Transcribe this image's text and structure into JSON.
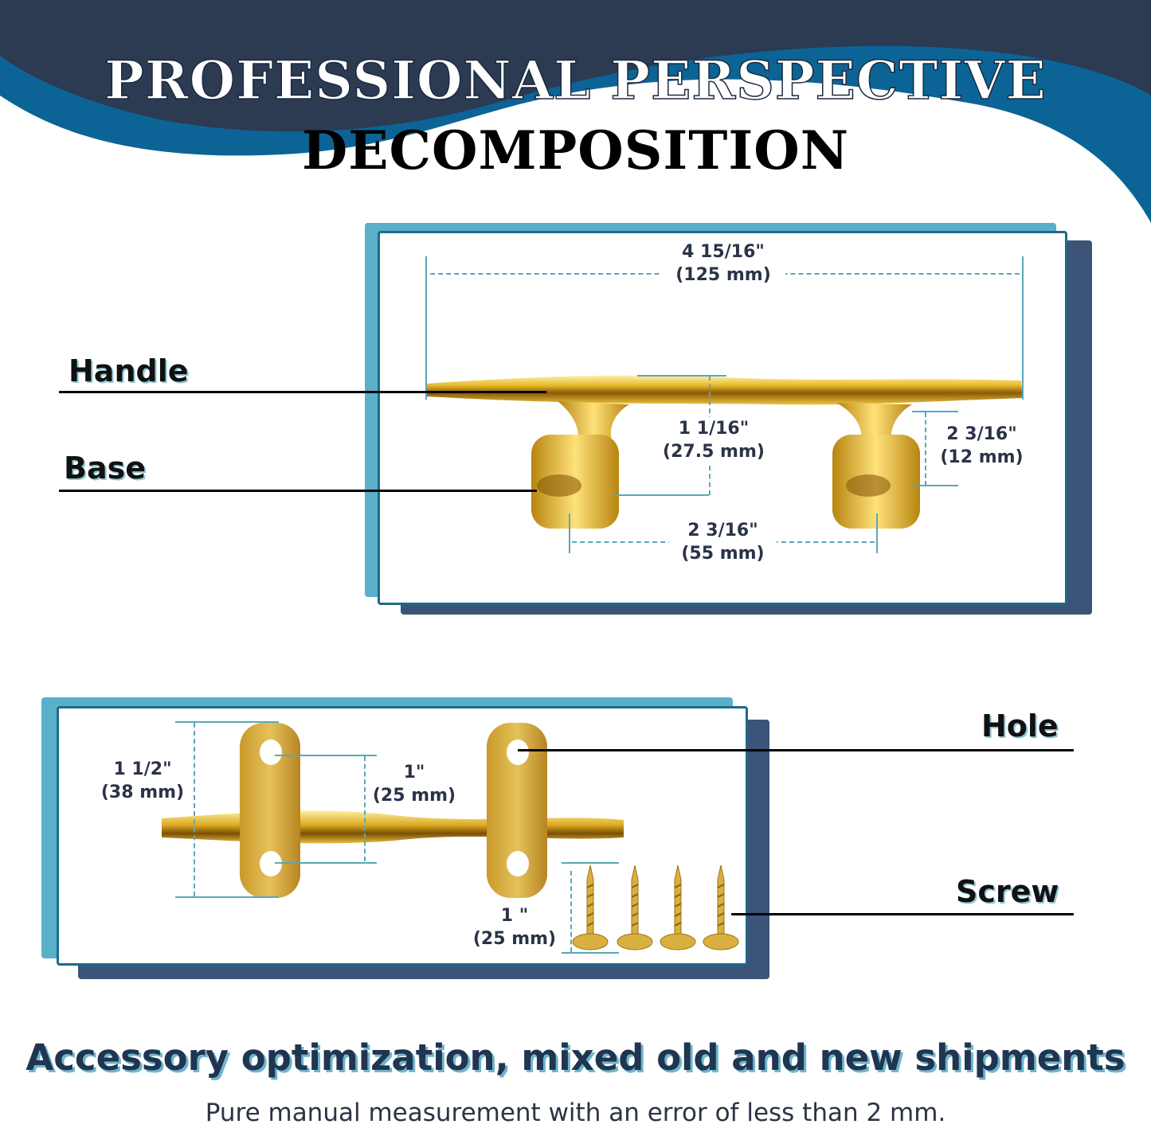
{
  "header": {
    "title_line1": "PROFESSIONAL PERSPECTIVE",
    "title_line2": "DECOMPOSITION",
    "colors": {
      "navy": "#2c3a52",
      "blue": "#0c6496",
      "white": "#ffffff"
    }
  },
  "side_view": {
    "callouts": [
      {
        "label": "Handle"
      },
      {
        "label": "Base"
      }
    ],
    "dimensions": {
      "overall_length": {
        "imperial": "4 15/16\"",
        "metric": "(125 mm)"
      },
      "height": {
        "imperial": "1 1/16\"",
        "metric": "(27.5 mm)"
      },
      "base_height": {
        "imperial": "2 3/16\"",
        "metric": "(12 mm)"
      },
      "base_spacing": {
        "imperial": "2 3/16\"",
        "metric": "(55 mm)"
      }
    }
  },
  "top_view": {
    "callouts": [
      {
        "label": "Hole"
      },
      {
        "label": "Screw"
      }
    ],
    "dimensions": {
      "base_length": {
        "imperial": "1 1/2\"",
        "metric": "(38 mm)"
      },
      "hole_spacing": {
        "imperial": "1\"",
        "metric": "(25 mm)"
      },
      "screw_length": {
        "imperial": "1 \"",
        "metric": "(25 mm)"
      }
    },
    "screw_count": 4
  },
  "footer": {
    "headline": "Accessory optimization, mixed old and new shipments",
    "subtext": "Pure manual measurement with an error of less than 2 mm."
  }
}
